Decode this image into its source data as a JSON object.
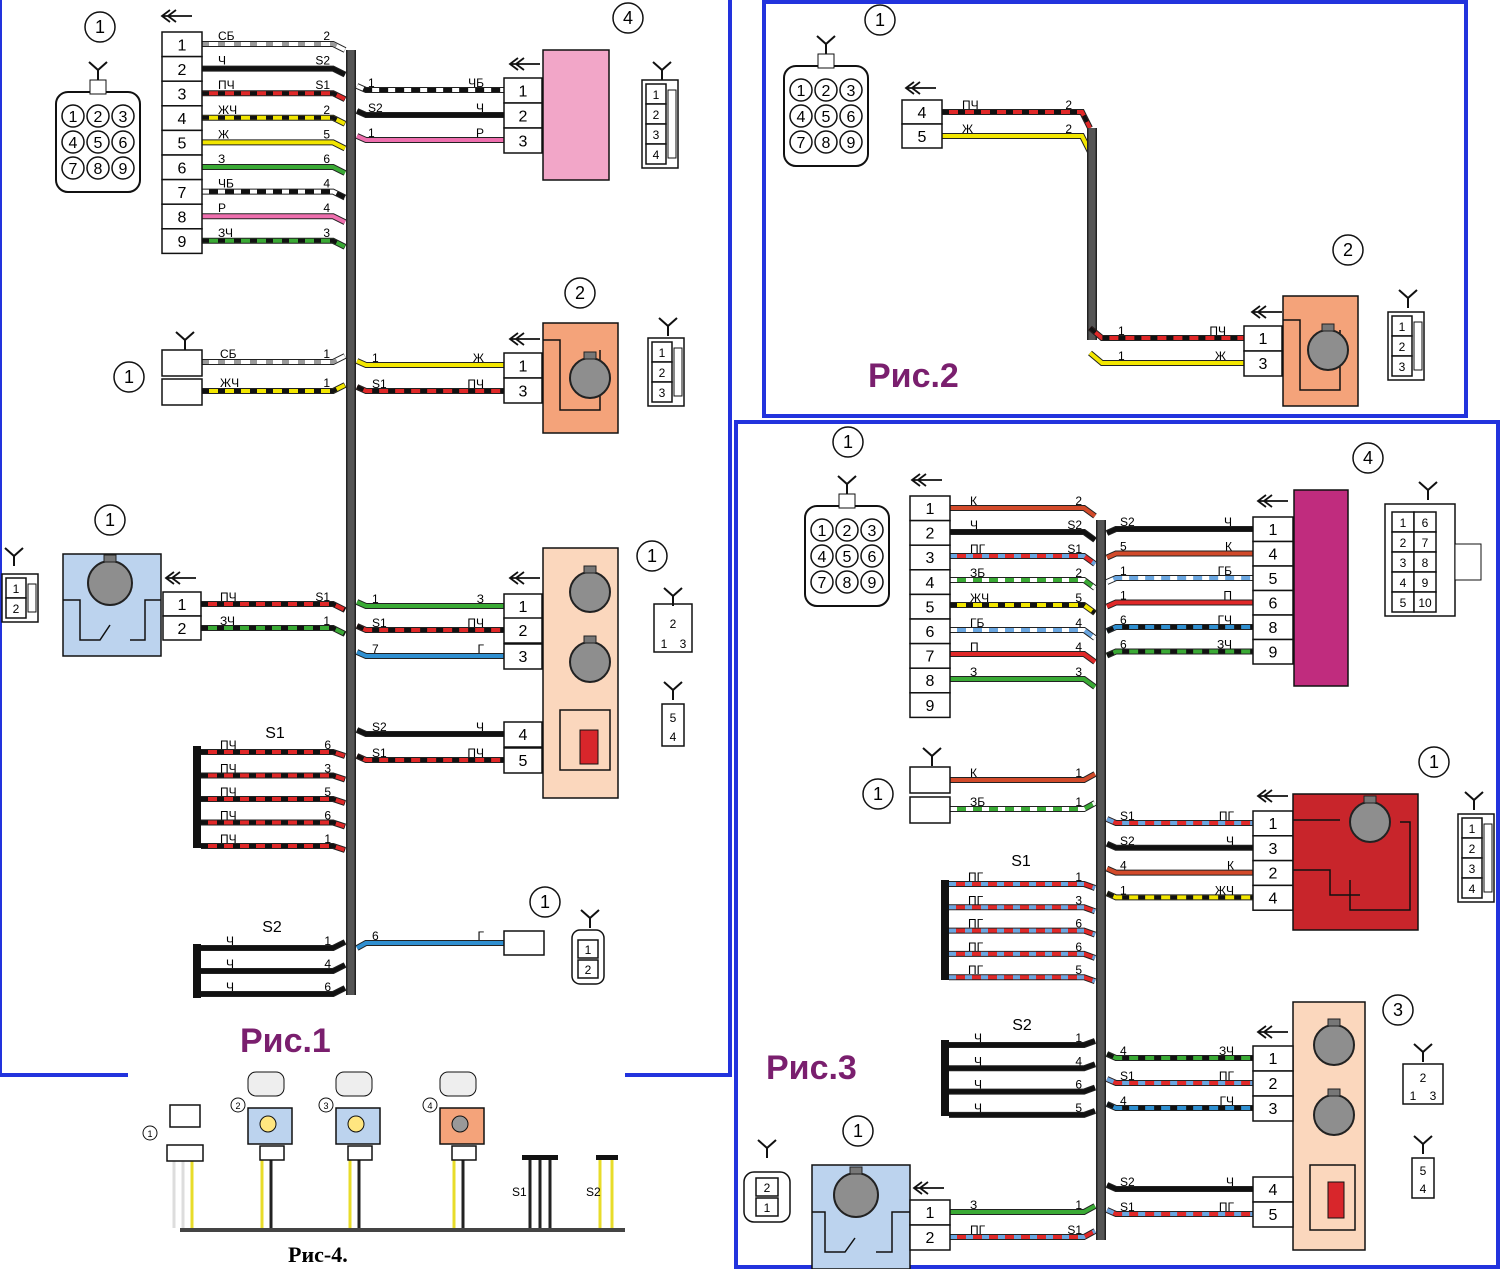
{
  "captions": {
    "fig1": "Рис.1",
    "fig2": "Рис.2",
    "fig3": "Рис.3",
    "fig4": "Рис-4."
  },
  "colors": {
    "panel_border": "#2233dd",
    "bundle": "#555555",
    "caption": "#7a1f6e",
    "pink_block": "#f2a6c8",
    "orange_block": "#f4a37a",
    "blue_block": "#bcd3ee",
    "peach_block": "#fbd7bd",
    "magenta_block": "#c02c7e",
    "red_block": "#c8252b"
  },
  "wire_colors": {
    "СБ": [
      "#ffffff",
      "#9a9a9a"
    ],
    "Ч": [
      "#111111",
      "#111111"
    ],
    "ПЧ": [
      "#e02828",
      "#111111"
    ],
    "ЖЧ": [
      "#f2e600",
      "#111111"
    ],
    "Ж": [
      "#f2e600",
      "#f2e600"
    ],
    "З": [
      "#3aaa35",
      "#3aaa35"
    ],
    "ЧБ": [
      "#111111",
      "#ffffff"
    ],
    "Р": [
      "#ee6fae",
      "#ee6fae"
    ],
    "ЗЧ": [
      "#3aaa35",
      "#111111"
    ],
    "Г": [
      "#2f8fd0",
      "#2f8fd0"
    ],
    "К": [
      "#d24a2a",
      "#d24a2a"
    ],
    "ПГ": [
      "#e02828",
      "#6aa6e0"
    ],
    "ЗБ": [
      "#3aaa35",
      "#ffffff"
    ],
    "ГБ": [
      "#6aa6e0",
      "#ffffff"
    ],
    "П": [
      "#e02828",
      "#e02828"
    ],
    "ГЧ": [
      "#2f8fd0",
      "#111111"
    ]
  },
  "fig1": {
    "c1": {
      "wires": [
        {
          "pin": "1",
          "color": "СБ",
          "end": "2"
        },
        {
          "pin": "2",
          "color": "Ч",
          "end": "S2"
        },
        {
          "pin": "3",
          "color": "ПЧ",
          "end": "S1"
        },
        {
          "pin": "4",
          "color": "ЖЧ",
          "end": "2"
        },
        {
          "pin": "5",
          "color": "Ж",
          "end": "5"
        },
        {
          "pin": "6",
          "color": "З",
          "end": "6"
        },
        {
          "pin": "7",
          "color": "ЧБ",
          "end": "4"
        },
        {
          "pin": "8",
          "color": "Р",
          "end": "4"
        },
        {
          "pin": "9",
          "color": "ЗЧ",
          "end": "3"
        }
      ]
    },
    "c4": {
      "wires": [
        {
          "pin": "1",
          "color": "ЧБ",
          "start": "1"
        },
        {
          "pin": "2",
          "color": "Ч",
          "start": "S2"
        },
        {
          "pin": "3",
          "color": "Р",
          "start": "1"
        }
      ],
      "face": [
        "1",
        "2",
        "3",
        "4"
      ]
    },
    "c2": {
      "wires": [
        {
          "color": "СБ",
          "end": "1"
        },
        {
          "color": "ЖЧ",
          "end": "1"
        }
      ]
    },
    "c5": {
      "wires": [
        {
          "pin": "1",
          "color": "Ж",
          "start": "1"
        },
        {
          "pin": "3",
          "color": "ПЧ",
          "start": "S1"
        }
      ],
      "face": [
        "1",
        "2",
        "3"
      ]
    },
    "c3": {
      "wires": [
        {
          "pin": "1",
          "color": "ПЧ",
          "end": "S1"
        },
        {
          "pin": "2",
          "color": "ЗЧ",
          "end": "1"
        }
      ],
      "face": [
        "1",
        "2"
      ]
    },
    "c6": {
      "wires": [
        {
          "pin": "1",
          "color": "З",
          "start": "1"
        },
        {
          "pin": "2",
          "color": "ПЧ",
          "start": "S1"
        },
        {
          "pin": "3",
          "color": "Г",
          "start": "7"
        },
        {
          "pin": "4",
          "color": "Ч",
          "start": "S2"
        },
        {
          "pin": "5",
          "color": "ПЧ",
          "start": "S1"
        }
      ],
      "face_a": [
        "2",
        "1",
        "3"
      ],
      "face_b": [
        "5",
        "4"
      ]
    },
    "s1": {
      "label": "S1",
      "color": "ПЧ",
      "ends": [
        "6",
        "3",
        "5",
        "6",
        "1"
      ]
    },
    "s2": {
      "label": "S2",
      "color": "Ч",
      "ends": [
        "1",
        "4",
        "6"
      ]
    },
    "c7": {
      "wire": {
        "color": "Г",
        "start": "6"
      },
      "face": [
        "1",
        "2"
      ]
    }
  },
  "fig2": {
    "wires": [
      {
        "pin": "4",
        "color": "ПЧ",
        "end": "2",
        "to_pin": "1",
        "start": "1"
      },
      {
        "pin": "5",
        "color": "Ж",
        "end": "2",
        "to_pin": "3",
        "start": "1"
      }
    ],
    "face": [
      "1",
      "2",
      "3"
    ]
  },
  "fig3": {
    "c1": {
      "wires": [
        {
          "pin": "1",
          "color": "К",
          "end": "2"
        },
        {
          "pin": "2",
          "color": "Ч",
          "end": "S2"
        },
        {
          "pin": "3",
          "color": "ПГ",
          "end": "S1"
        },
        {
          "pin": "4",
          "color": "ЗБ",
          "end": "2"
        },
        {
          "pin": "5",
          "color": "ЖЧ",
          "end": "5"
        },
        {
          "pin": "7",
          "color": "ГБ",
          "end": "4"
        },
        {
          "pin": "8",
          "color": "П",
          "end": "4"
        },
        {
          "pin": "9",
          "color": "З",
          "end": "3"
        }
      ],
      "pins": [
        "1",
        "2",
        "3",
        "4",
        "5",
        "6",
        "7",
        "8",
        "9"
      ]
    },
    "c4": {
      "wires": [
        {
          "pin": "1",
          "color": "Ч",
          "start": "S2"
        },
        {
          "pin": "4",
          "color": "К",
          "start": "5"
        },
        {
          "pin": "5",
          "color": "ГБ",
          "start": "1"
        },
        {
          "pin": "6",
          "color": "П",
          "start": "1"
        },
        {
          "pin": "8",
          "color": "ГЧ",
          "start": "6"
        },
        {
          "pin": "9",
          "color": "ЗЧ",
          "start": "6"
        }
      ],
      "face": [
        [
          "1",
          "6"
        ],
        [
          "2",
          "7"
        ],
        [
          "3",
          "8"
        ],
        [
          "4",
          "9"
        ],
        [
          "5",
          "10"
        ]
      ]
    },
    "c2": {
      "wires": [
        {
          "color": "К",
          "end": "1"
        },
        {
          "color": "ЗБ",
          "end": "1"
        }
      ]
    },
    "c5": {
      "wires": [
        {
          "pin": "1",
          "color": "ПГ",
          "start": "S1"
        },
        {
          "pin": "3",
          "color": "Ч",
          "start": "S2"
        },
        {
          "pin": "2",
          "color": "К",
          "start": "4"
        },
        {
          "pin": "4",
          "color": "ЖЧ",
          "start": "1"
        }
      ],
      "face": [
        "1",
        "2",
        "3",
        "4"
      ]
    },
    "s1": {
      "label": "S1",
      "color": "ПГ",
      "ends": [
        "1",
        "3",
        "6",
        "6",
        "5"
      ]
    },
    "s2": {
      "label": "S2",
      "color": "Ч",
      "ends": [
        "1",
        "4",
        "6",
        "5"
      ]
    },
    "c6": {
      "wires": [
        {
          "pin": "1",
          "color": "ЗЧ",
          "start": "4"
        },
        {
          "pin": "2",
          "color": "ПГ",
          "start": "S1"
        },
        {
          "pin": "3",
          "color": "ГЧ",
          "start": "4"
        },
        {
          "pin": "4",
          "color": "Ч",
          "start": "S2"
        },
        {
          "pin": "5",
          "color": "ПГ",
          "start": "S1"
        }
      ],
      "face_a": [
        "2",
        "1",
        "3"
      ],
      "face_b": [
        "5",
        "4"
      ]
    },
    "c3": {
      "wires": [
        {
          "pin": "1",
          "color": "З",
          "end": "1"
        },
        {
          "pin": "2",
          "color": "ПГ",
          "end": "S1"
        }
      ],
      "face": [
        "2",
        "1"
      ]
    }
  },
  "fig4": {
    "callouts": [
      "1",
      "2",
      "3",
      "4"
    ],
    "bus_labels": [
      "S1",
      "S2"
    ]
  }
}
